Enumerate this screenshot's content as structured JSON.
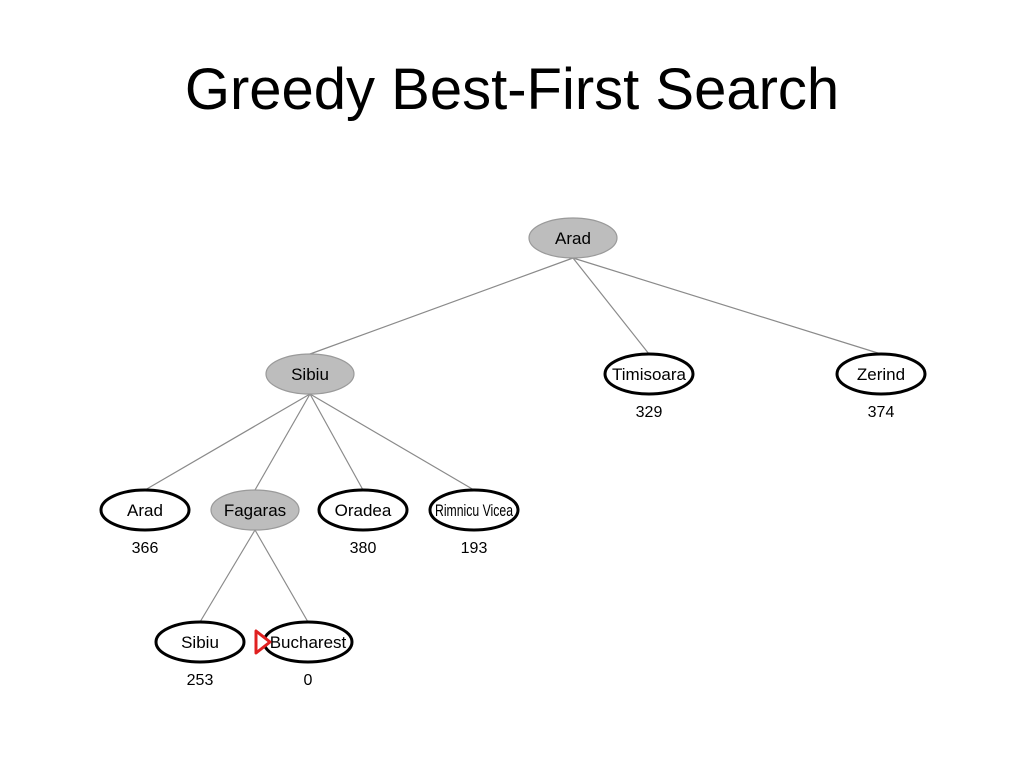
{
  "title": "Greedy Best-First Search",
  "colors": {
    "expanded_fill": "#bdbdbd",
    "frontier_fill": "#ffffff",
    "edge": "#8a8a8a",
    "marker": "#e02020"
  },
  "tree": {
    "nodes": [
      {
        "id": "arad-root",
        "label": "Arad",
        "expanded": true,
        "h": ""
      },
      {
        "id": "sibiu",
        "label": "Sibiu",
        "expanded": true,
        "h": ""
      },
      {
        "id": "timisoara",
        "label": "Timisoara",
        "expanded": false,
        "h": "329"
      },
      {
        "id": "zerind",
        "label": "Zerind",
        "expanded": false,
        "h": "374"
      },
      {
        "id": "arad-2",
        "label": "Arad",
        "expanded": false,
        "h": "366"
      },
      {
        "id": "fagaras",
        "label": "Fagaras",
        "expanded": true,
        "h": ""
      },
      {
        "id": "oradea",
        "label": "Oradea",
        "expanded": false,
        "h": "380"
      },
      {
        "id": "rimnicu",
        "label": "Rimnicu Vicea",
        "expanded": false,
        "h": "193"
      },
      {
        "id": "sibiu-2",
        "label": "Sibiu",
        "expanded": false,
        "h": "253"
      },
      {
        "id": "bucharest",
        "label": "Bucharest",
        "expanded": false,
        "h": "0"
      }
    ],
    "edges": [
      [
        "arad-root",
        "sibiu"
      ],
      [
        "arad-root",
        "timisoara"
      ],
      [
        "arad-root",
        "zerind"
      ],
      [
        "sibiu",
        "arad-2"
      ],
      [
        "sibiu",
        "fagaras"
      ],
      [
        "sibiu",
        "oradea"
      ],
      [
        "sibiu",
        "rimnicu"
      ],
      [
        "fagaras",
        "sibiu-2"
      ],
      [
        "fagaras",
        "bucharest"
      ]
    ],
    "goal_marker_node": "bucharest"
  }
}
